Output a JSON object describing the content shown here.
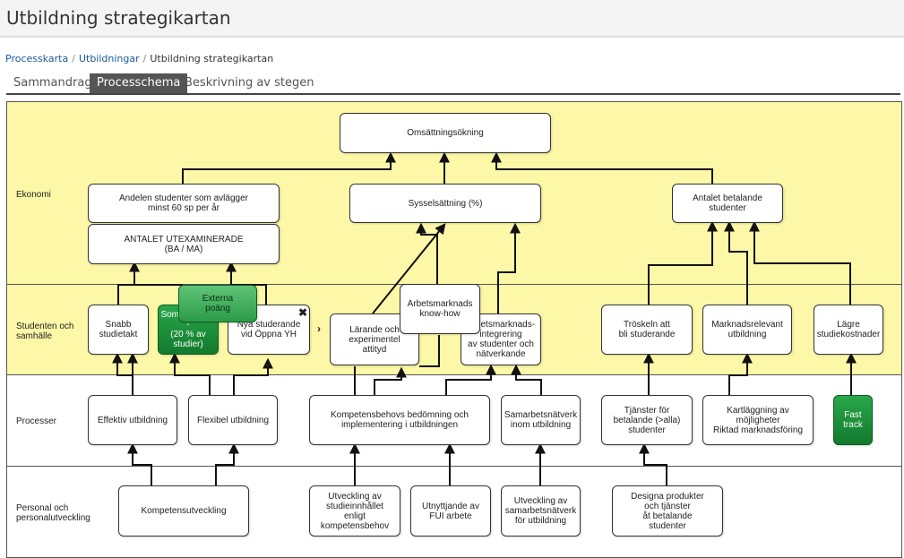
{
  "page": {
    "title": "Utbildning strategikartan"
  },
  "breadcrumb": [
    {
      "label": "Processkarta"
    },
    {
      "label": "Utbildningar"
    },
    {
      "label": "Utbildning strategikartan"
    }
  ],
  "tabs": [
    {
      "label": "Sammandrag"
    },
    {
      "label": "Processchema",
      "active": true
    },
    {
      "label": "Beskrivning av stegen"
    }
  ],
  "rows": {
    "ekonomi": "Ekonomi",
    "studenten": "Studenten och\nsamhälle",
    "processer": "Processer",
    "personal": "Personal och\npersonalutveckling"
  },
  "colors": {
    "band": "#fcf8a7",
    "green": "#1e8f3a",
    "tab_active": "#555555"
  },
  "boxes": {
    "omsattning": "Omsättningsökning",
    "andelen": "Andelen studenter som avlägger\nminst 60 sp per år",
    "antalet_utex": "ANTALET UTEXAMINERADE\n(BA / MA)",
    "sysselsattning": "Sysselsättning (%)",
    "antalet_betalande": "Antalet betalande\nstudenter",
    "snabb": "Snabb\nstudietakt",
    "sommarskola": "Sommarskola -\n(20 % av studier)",
    "externa": "Externa\npoäng",
    "nya_studerande": "Nya studerande\nvid Öppna YH",
    "larande": "Lärande och\nexperimentel\nattityd",
    "arbetsmarknads_knowhow": "Arbetsmarknads\nknow-how",
    "arbetsmarknads_integrering": "Arbetsmarknads-\nintegrering\nav studenter och\nnätverkande",
    "troskeln": "Tröskeln att\nbli studerande",
    "marknadsrelevant": "Marknadsrelevant\nutbildning",
    "lagre": "Lägre\nstudiekostnader",
    "effektiv": "Effektiv utbildning",
    "flexibel": "Flexibel utbildning",
    "kompetensbehovs": "Kompetensbehovs bedömning och\nimplementering i utbildningen",
    "samarbetsnatverk": "Samarbetsnätverk\ninom utbildning",
    "tjanster": "Tjänster för\nbetalande (>alla) studenter",
    "kartlaggning": "Kartläggning av möjligheter\nRiktad marknadsföring",
    "fast_track": "Fast\ntrack",
    "kompetensutveckling": "Kompetensutveckling",
    "utveckling_studie": "Utveckling av\nstudieinnhållet\nenligt\nkompetensbehov",
    "utnyttjande": "Utnyttjande av\nFUI arbete",
    "utveckling_samarbete": "Utveckling av\nsamarbetsnätverk\nför utbildning",
    "designa": "Designa produkter\noch tjänster\nåt betalande\nstudenter"
  }
}
